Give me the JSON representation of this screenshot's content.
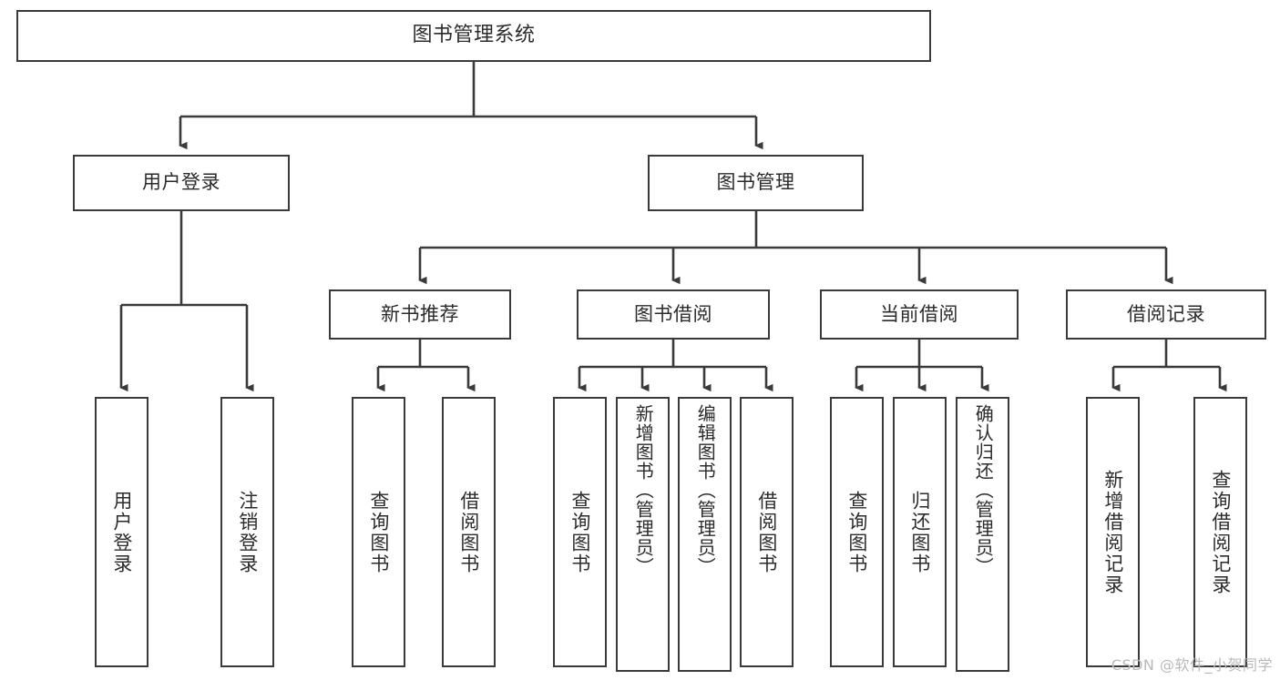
{
  "diagram": {
    "title": "图书管理系统",
    "type": "tree-hierarchy-chart",
    "root": {
      "label": "图书管理系统"
    },
    "level2": [
      {
        "label": "用户登录"
      },
      {
        "label": "图书管理"
      }
    ],
    "level3": [
      {
        "label": "新书推荐"
      },
      {
        "label": "图书借阅"
      },
      {
        "label": "当前借阅"
      },
      {
        "label": "借阅记录"
      }
    ],
    "leaves": {
      "user_login": [
        {
          "label": "用户登录"
        },
        {
          "label": "注销登录"
        }
      ],
      "new_book_recommend": [
        {
          "label": "查询图书"
        },
        {
          "label": "借阅图书"
        }
      ],
      "book_borrow": [
        {
          "label": "查询图书"
        },
        {
          "label": "新增图书（管理员）"
        },
        {
          "label": "编辑图书（管理员）"
        },
        {
          "label": "借阅图书"
        }
      ],
      "current_borrow": [
        {
          "label": "查询图书"
        },
        {
          "label": "归还图书"
        },
        {
          "label": "确认归还（管理员）"
        }
      ],
      "borrow_record": [
        {
          "label": "新增借阅记录"
        },
        {
          "label": "查询借阅记录"
        }
      ]
    }
  },
  "watermark": {
    "text": "CSDN @软件_小贺同学"
  },
  "colors": {
    "stroke": "#3a3a3a",
    "text": "#2b2b2b",
    "background": "#ffffff",
    "watermark": "#b9b9b9"
  }
}
